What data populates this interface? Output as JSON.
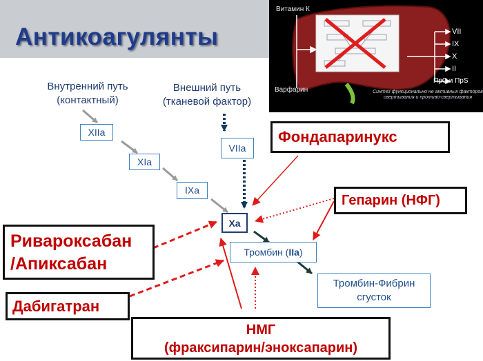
{
  "title": "Антикоагулянты",
  "inset": {
    "vitamin_k": "Витамин К",
    "warfarin": "Варфарин",
    "factors": [
      "VII",
      "IX",
      "X",
      "II",
      "ПрС и ПрS"
    ],
    "synthesis_note": "Синтез функционально не активных факторов свертывания и противо-свертывания"
  },
  "pathways": {
    "intrinsic_line1": "Внутренний путь",
    "intrinsic_line2": "(контактный)",
    "extrinsic_line1": "Внешний путь",
    "extrinsic_line2": "(тканевой фактор)"
  },
  "factors": {
    "xiia": "XIIa",
    "xia": "XIa",
    "ixa": "IXa",
    "viia": "VIIa",
    "xa": "Xa",
    "thrombin_prefix": "Тромбин (",
    "thrombin_bold": "IIa",
    "thrombin_suffix": ")",
    "clot_line1": "Тромбин-Фибрин",
    "clot_line2": "сгусток"
  },
  "drugs": {
    "fondaparinux": "Фондапаринукс",
    "heparin": "Гепарин (НФГ)",
    "rivaroxaban_line1": "Ривароксабан",
    "rivaroxaban_line2": "/Апиксабан",
    "dabigatran": "Дабигатран",
    "lmwh_line1": "НМГ",
    "lmwh_line2": "(фраксипарин/эноксапарин)"
  },
  "colors": {
    "title": "#1f3b8a",
    "drug_text": "#c00000",
    "inhibit_arrow": "#e01b1b",
    "cascade_arrow": "#9a9a9a",
    "activation_arrow": "#0b3a5e",
    "factor_border": "#3b82c4"
  }
}
